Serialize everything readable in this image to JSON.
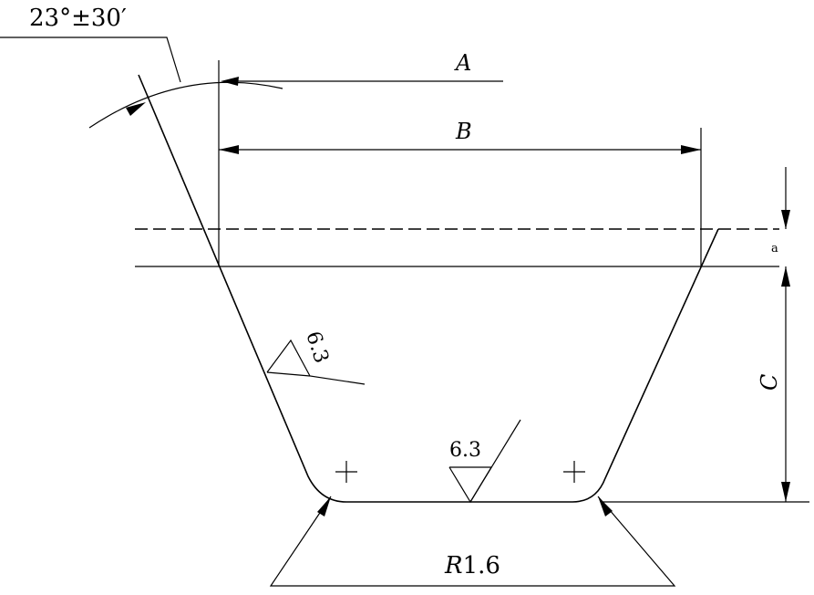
{
  "labels": {
    "angle": "23°±30′",
    "dim_a": "A",
    "dim_b": "B",
    "dim_c": "C",
    "dim_small": "a",
    "roughness_side": "6.3",
    "roughness_bottom": "6.3",
    "radius_prefix": "R",
    "radius_value": "1.6"
  },
  "colors": {
    "line": "#000000",
    "background": "#ffffff"
  }
}
